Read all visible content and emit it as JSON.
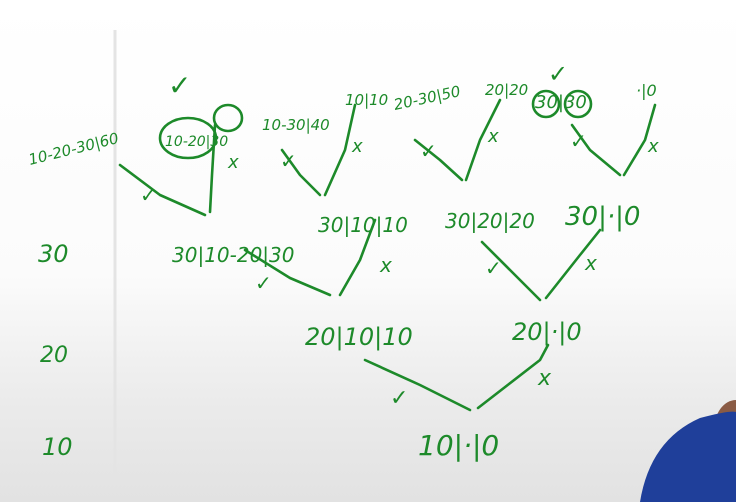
{
  "image": {
    "type": "whiteboard-handwriting",
    "ink_color": "#1d8a2a",
    "background": "#ffffff"
  },
  "diagram": {
    "levels": [
      {
        "label": "30"
      },
      {
        "label": "20"
      },
      {
        "label": "10"
      }
    ],
    "root": {
      "text": "10|·|0"
    },
    "level1": [
      {
        "text": "20|10|10",
        "mark": "✓"
      },
      {
        "text": "20|·|0",
        "mark": "x"
      }
    ],
    "level2": [
      {
        "text": "30|10-20|30",
        "mark": "✓"
      },
      {
        "text": "30|10|10",
        "mark": "x"
      },
      {
        "text": "30|20|20",
        "mark": "✓"
      },
      {
        "text": "30|·|0",
        "mark": "x"
      }
    ],
    "level3": [
      {
        "text": "10-20-30|60",
        "mark": "✓"
      },
      {
        "text": "10-20|30",
        "mark": "x"
      },
      {
        "text": "10-30|40",
        "mark": "✓"
      },
      {
        "text": "10|10",
        "mark": "x"
      },
      {
        "text": "20-30|50",
        "mark": "✓"
      },
      {
        "text": "20|20",
        "mark": "x"
      },
      {
        "text": "30|30",
        "mark": "✓"
      },
      {
        "text": "·|0",
        "mark": "x"
      }
    ],
    "top_checks": [
      "✓",
      "✓"
    ]
  }
}
